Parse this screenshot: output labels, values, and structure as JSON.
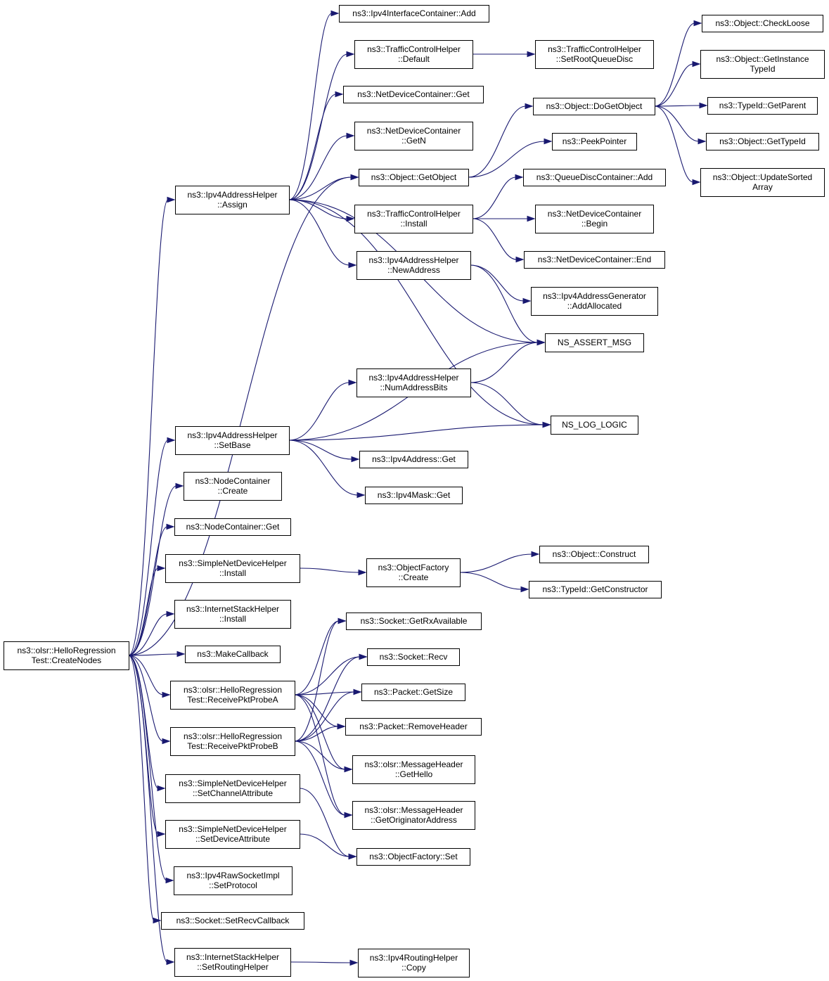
{
  "nodes": [
    {
      "id": "root",
      "lines": [
        "ns3::olsr::HelloRegression",
        "Test::CreateNodes"
      ],
      "border": "gray",
      "fill": "#bfbfbf"
    },
    {
      "id": "ipv4ah_assign",
      "lines": [
        "ns3::Ipv4AddressHelper",
        "::Assign"
      ],
      "border": "black"
    },
    {
      "id": "ipv4ah_setbase",
      "lines": [
        "ns3::Ipv4AddressHelper",
        "::SetBase"
      ],
      "border": "black"
    },
    {
      "id": "nodec_create",
      "lines": [
        "ns3::NodeContainer",
        "::Create"
      ],
      "border": "black"
    },
    {
      "id": "nodec_get",
      "lines": [
        "ns3::NodeContainer::Get"
      ],
      "border": "black"
    },
    {
      "id": "sndh_install",
      "lines": [
        "ns3::SimpleNetDeviceHelper",
        "::Install"
      ],
      "border": "black"
    },
    {
      "id": "ish_install",
      "lines": [
        "ns3::InternetStackHelper",
        "::Install"
      ],
      "border": "black"
    },
    {
      "id": "makecallback",
      "lines": [
        "ns3::MakeCallback"
      ],
      "border": "black"
    },
    {
      "id": "recvA",
      "lines": [
        "ns3::olsr::HelloRegression",
        "Test::ReceivePktProbeA"
      ],
      "border": "black"
    },
    {
      "id": "recvB",
      "lines": [
        "ns3::olsr::HelloRegression",
        "Test::ReceivePktProbeB"
      ],
      "border": "black"
    },
    {
      "id": "sndh_setchan",
      "lines": [
        "ns3::SimpleNetDeviceHelper",
        "::SetChannelAttribute"
      ],
      "border": "black"
    },
    {
      "id": "sndh_setdev",
      "lines": [
        "ns3::SimpleNetDeviceHelper",
        "::SetDeviceAttribute"
      ],
      "border": "black"
    },
    {
      "id": "rawsock_setproto",
      "lines": [
        "ns3::Ipv4RawSocketImpl",
        "::SetProtocol"
      ],
      "border": "black"
    },
    {
      "id": "sock_setrecvcb",
      "lines": [
        "ns3::Socket::SetRecvCallback"
      ],
      "border": "black"
    },
    {
      "id": "ish_setrouting",
      "lines": [
        "ns3::InternetStackHelper",
        "::SetRoutingHelper"
      ],
      "border": "black"
    },
    {
      "id": "ipv4ic_add",
      "lines": [
        "ns3::Ipv4InterfaceContainer::Add"
      ],
      "border": "black"
    },
    {
      "id": "tch_default",
      "lines": [
        "ns3::TrafficControlHelper",
        "::Default"
      ],
      "border": "black"
    },
    {
      "id": "ndc_get",
      "lines": [
        "ns3::NetDeviceContainer::Get"
      ],
      "border": "black"
    },
    {
      "id": "ndc_getn",
      "lines": [
        "ns3::NetDeviceContainer",
        "::GetN"
      ],
      "border": "black"
    },
    {
      "id": "obj_getobject",
      "lines": [
        "ns3::Object::GetObject"
      ],
      "border": "black"
    },
    {
      "id": "tch_install",
      "lines": [
        "ns3::TrafficControlHelper",
        "::Install"
      ],
      "border": "black"
    },
    {
      "id": "ipv4ah_newaddr",
      "lines": [
        "ns3::Ipv4AddressHelper",
        "::NewAddress"
      ],
      "border": "black"
    },
    {
      "id": "ipv4ah_numbits",
      "lines": [
        "ns3::Ipv4AddressHelper",
        "::NumAddressBits"
      ],
      "border": "black"
    },
    {
      "id": "ipv4addr_get",
      "lines": [
        "ns3::Ipv4Address::Get"
      ],
      "border": "black"
    },
    {
      "id": "ipv4mask_get",
      "lines": [
        "ns3::Ipv4Mask::Get"
      ],
      "border": "black"
    },
    {
      "id": "of_create",
      "lines": [
        "ns3::ObjectFactory",
        "::Create"
      ],
      "border": "red"
    },
    {
      "id": "sock_getrx",
      "lines": [
        "ns3::Socket::GetRxAvailable"
      ],
      "border": "black"
    },
    {
      "id": "sock_recv",
      "lines": [
        "ns3::Socket::Recv"
      ],
      "border": "black"
    },
    {
      "id": "pkt_getsize",
      "lines": [
        "ns3::Packet::GetSize"
      ],
      "border": "red"
    },
    {
      "id": "pkt_removehdr",
      "lines": [
        "ns3::Packet::RemoveHeader"
      ],
      "border": "red"
    },
    {
      "id": "mh_gethello",
      "lines": [
        "ns3::olsr::MessageHeader",
        "::GetHello"
      ],
      "border": "black"
    },
    {
      "id": "mh_getorig",
      "lines": [
        "ns3::olsr::MessageHeader",
        "::GetOriginatorAddress"
      ],
      "border": "black"
    },
    {
      "id": "of_set",
      "lines": [
        "ns3::ObjectFactory::Set"
      ],
      "border": "red"
    },
    {
      "id": "ipv4rh_copy",
      "lines": [
        "ns3::Ipv4RoutingHelper",
        "::Copy"
      ],
      "border": "black"
    },
    {
      "id": "tch_setroot",
      "lines": [
        "ns3::TrafficControlHelper",
        "::SetRootQueueDisc"
      ],
      "border": "red"
    },
    {
      "id": "obj_dogetobject",
      "lines": [
        "ns3::Object::DoGetObject"
      ],
      "border": "black"
    },
    {
      "id": "peekpointer",
      "lines": [
        "ns3::PeekPointer"
      ],
      "border": "black"
    },
    {
      "id": "qdc_add",
      "lines": [
        "ns3::QueueDiscContainer::Add"
      ],
      "border": "red"
    },
    {
      "id": "ndc_begin",
      "lines": [
        "ns3::NetDeviceContainer",
        "::Begin"
      ],
      "border": "black"
    },
    {
      "id": "ndc_end",
      "lines": [
        "ns3::NetDeviceContainer::End"
      ],
      "border": "black"
    },
    {
      "id": "ipv4ag_addalloc",
      "lines": [
        "ns3::Ipv4AddressGenerator",
        "::AddAllocated"
      ],
      "border": "red"
    },
    {
      "id": "ns_assert_msg",
      "lines": [
        "NS_ASSERT_MSG"
      ],
      "border": "black"
    },
    {
      "id": "ns_log_logic",
      "lines": [
        "NS_LOG_LOGIC"
      ],
      "border": "black"
    },
    {
      "id": "obj_construct",
      "lines": [
        "ns3::Object::Construct"
      ],
      "border": "red"
    },
    {
      "id": "tid_getctor",
      "lines": [
        "ns3::TypeId::GetConstructor"
      ],
      "border": "red"
    },
    {
      "id": "obj_checkloose",
      "lines": [
        "ns3::Object::CheckLoose"
      ],
      "border": "red"
    },
    {
      "id": "obj_getinsttid",
      "lines": [
        "ns3::Object::GetInstance",
        "TypeId"
      ],
      "border": "black"
    },
    {
      "id": "tid_getparent",
      "lines": [
        "ns3::TypeId::GetParent"
      ],
      "border": "red"
    },
    {
      "id": "obj_gettid",
      "lines": [
        "ns3::Object::GetTypeId"
      ],
      "border": "red"
    },
    {
      "id": "obj_updsorted",
      "lines": [
        "ns3::Object::UpdateSorted",
        "Array"
      ],
      "border": "black"
    }
  ],
  "edges": [
    [
      "root",
      "ipv4ah_assign"
    ],
    [
      "root",
      "ipv4ah_setbase"
    ],
    [
      "root",
      "nodec_create"
    ],
    [
      "root",
      "nodec_get"
    ],
    [
      "root",
      "sndh_install"
    ],
    [
      "root",
      "ish_install"
    ],
    [
      "root",
      "makecallback"
    ],
    [
      "root",
      "recvA"
    ],
    [
      "root",
      "recvB"
    ],
    [
      "root",
      "sndh_setchan"
    ],
    [
      "root",
      "sndh_setdev"
    ],
    [
      "root",
      "rawsock_setproto"
    ],
    [
      "root",
      "sock_setrecvcb"
    ],
    [
      "root",
      "ish_setrouting"
    ],
    [
      "root",
      "obj_getobject"
    ],
    [
      "ipv4ah_assign",
      "ipv4ic_add"
    ],
    [
      "ipv4ah_assign",
      "tch_default"
    ],
    [
      "ipv4ah_assign",
      "ndc_get"
    ],
    [
      "ipv4ah_assign",
      "ndc_getn"
    ],
    [
      "ipv4ah_assign",
      "obj_getobject"
    ],
    [
      "ipv4ah_assign",
      "tch_install"
    ],
    [
      "ipv4ah_assign",
      "ipv4ah_newaddr"
    ],
    [
      "ipv4ah_assign",
      "ns_assert_msg"
    ],
    [
      "ipv4ah_assign",
      "ns_log_logic"
    ],
    [
      "tch_default",
      "tch_setroot"
    ],
    [
      "obj_getobject",
      "obj_dogetobject"
    ],
    [
      "obj_getobject",
      "peekpointer"
    ],
    [
      "tch_install",
      "qdc_add"
    ],
    [
      "tch_install",
      "ndc_begin"
    ],
    [
      "tch_install",
      "ndc_end"
    ],
    [
      "ipv4ah_newaddr",
      "ipv4ag_addalloc"
    ],
    [
      "ipv4ah_newaddr",
      "ns_assert_msg"
    ],
    [
      "obj_dogetobject",
      "obj_checkloose"
    ],
    [
      "obj_dogetobject",
      "obj_getinsttid"
    ],
    [
      "obj_dogetobject",
      "tid_getparent"
    ],
    [
      "obj_dogetobject",
      "obj_gettid"
    ],
    [
      "obj_dogetobject",
      "obj_updsorted"
    ],
    [
      "ipv4ah_setbase",
      "ns_assert_msg"
    ],
    [
      "ipv4ah_setbase",
      "ipv4ah_numbits"
    ],
    [
      "ipv4ah_setbase",
      "ipv4addr_get"
    ],
    [
      "ipv4ah_setbase",
      "ipv4mask_get"
    ],
    [
      "ipv4ah_setbase",
      "ns_log_logic"
    ],
    [
      "ipv4ah_numbits",
      "ns_assert_msg"
    ],
    [
      "ipv4ah_numbits",
      "ns_log_logic"
    ],
    [
      "sndh_install",
      "of_create"
    ],
    [
      "of_create",
      "obj_construct"
    ],
    [
      "of_create",
      "tid_getctor"
    ],
    [
      "recvA",
      "sock_getrx"
    ],
    [
      "recvA",
      "sock_recv"
    ],
    [
      "recvA",
      "pkt_getsize"
    ],
    [
      "recvA",
      "pkt_removehdr"
    ],
    [
      "recvA",
      "mh_gethello"
    ],
    [
      "recvA",
      "mh_getorig"
    ],
    [
      "recvB",
      "sock_getrx"
    ],
    [
      "recvB",
      "sock_recv"
    ],
    [
      "recvB",
      "pkt_getsize"
    ],
    [
      "recvB",
      "pkt_removehdr"
    ],
    [
      "recvB",
      "mh_gethello"
    ],
    [
      "recvB",
      "mh_getorig"
    ],
    [
      "sndh_setchan",
      "of_set"
    ],
    [
      "sndh_setdev",
      "of_set"
    ],
    [
      "ish_setrouting",
      "ipv4rh_copy"
    ]
  ]
}
